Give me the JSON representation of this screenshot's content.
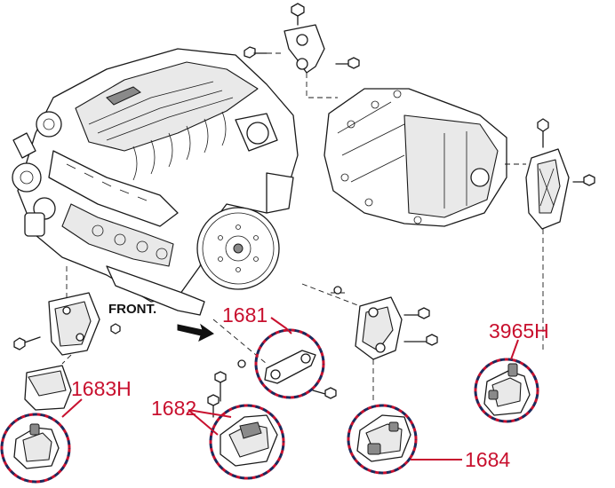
{
  "front_label": "FRONT.",
  "callouts": {
    "c1681": "1681",
    "c1682": "1682",
    "c1683h": "1683H",
    "c1684": "1684",
    "c3965h": "3965H"
  },
  "colors": {
    "callout": "#c8102e",
    "circle_dash_alt": "#1b2a5c",
    "linework": "#1a1a1a"
  }
}
